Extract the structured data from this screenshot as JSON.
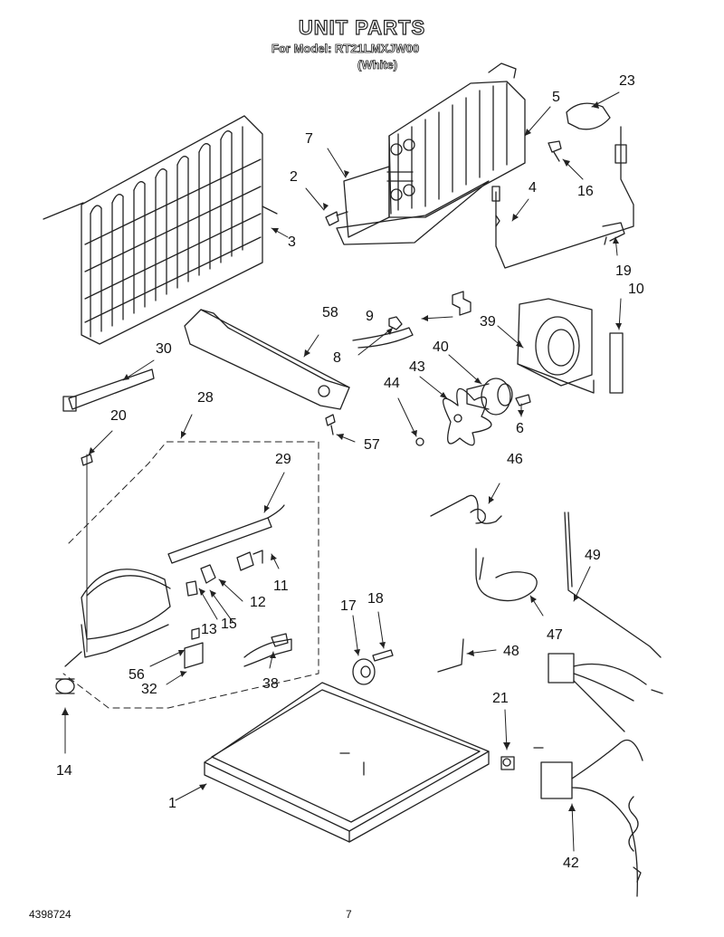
{
  "header": {
    "title": "UNIT PARTS",
    "model_line": "For Model: RT21LMXJW00",
    "color_line": "(White)"
  },
  "footer": {
    "doc_number": "4398724",
    "page_number": "7"
  },
  "parts": {
    "p1": "1",
    "p2": "2",
    "p3": "3",
    "p4": "4",
    "p5": "5",
    "p6": "6",
    "p7": "7",
    "p8": "8",
    "p9": "9",
    "p10": "10",
    "p11": "11",
    "p12": "12",
    "p13": "13",
    "p14": "14",
    "p15": "15",
    "p16": "16",
    "p17": "17",
    "p18": "18",
    "p19": "19",
    "p20": "20",
    "p21": "21",
    "p23": "23",
    "p28": "28",
    "p29": "29",
    "p30": "30",
    "p32": "32",
    "p38": "38",
    "p39": "39",
    "p40": "40",
    "p42": "42",
    "p43": "43",
    "p44": "44",
    "p46": "46",
    "p47": "47",
    "p48": "48",
    "p49": "49",
    "p56": "56",
    "p57": "57",
    "p58": "58"
  }
}
